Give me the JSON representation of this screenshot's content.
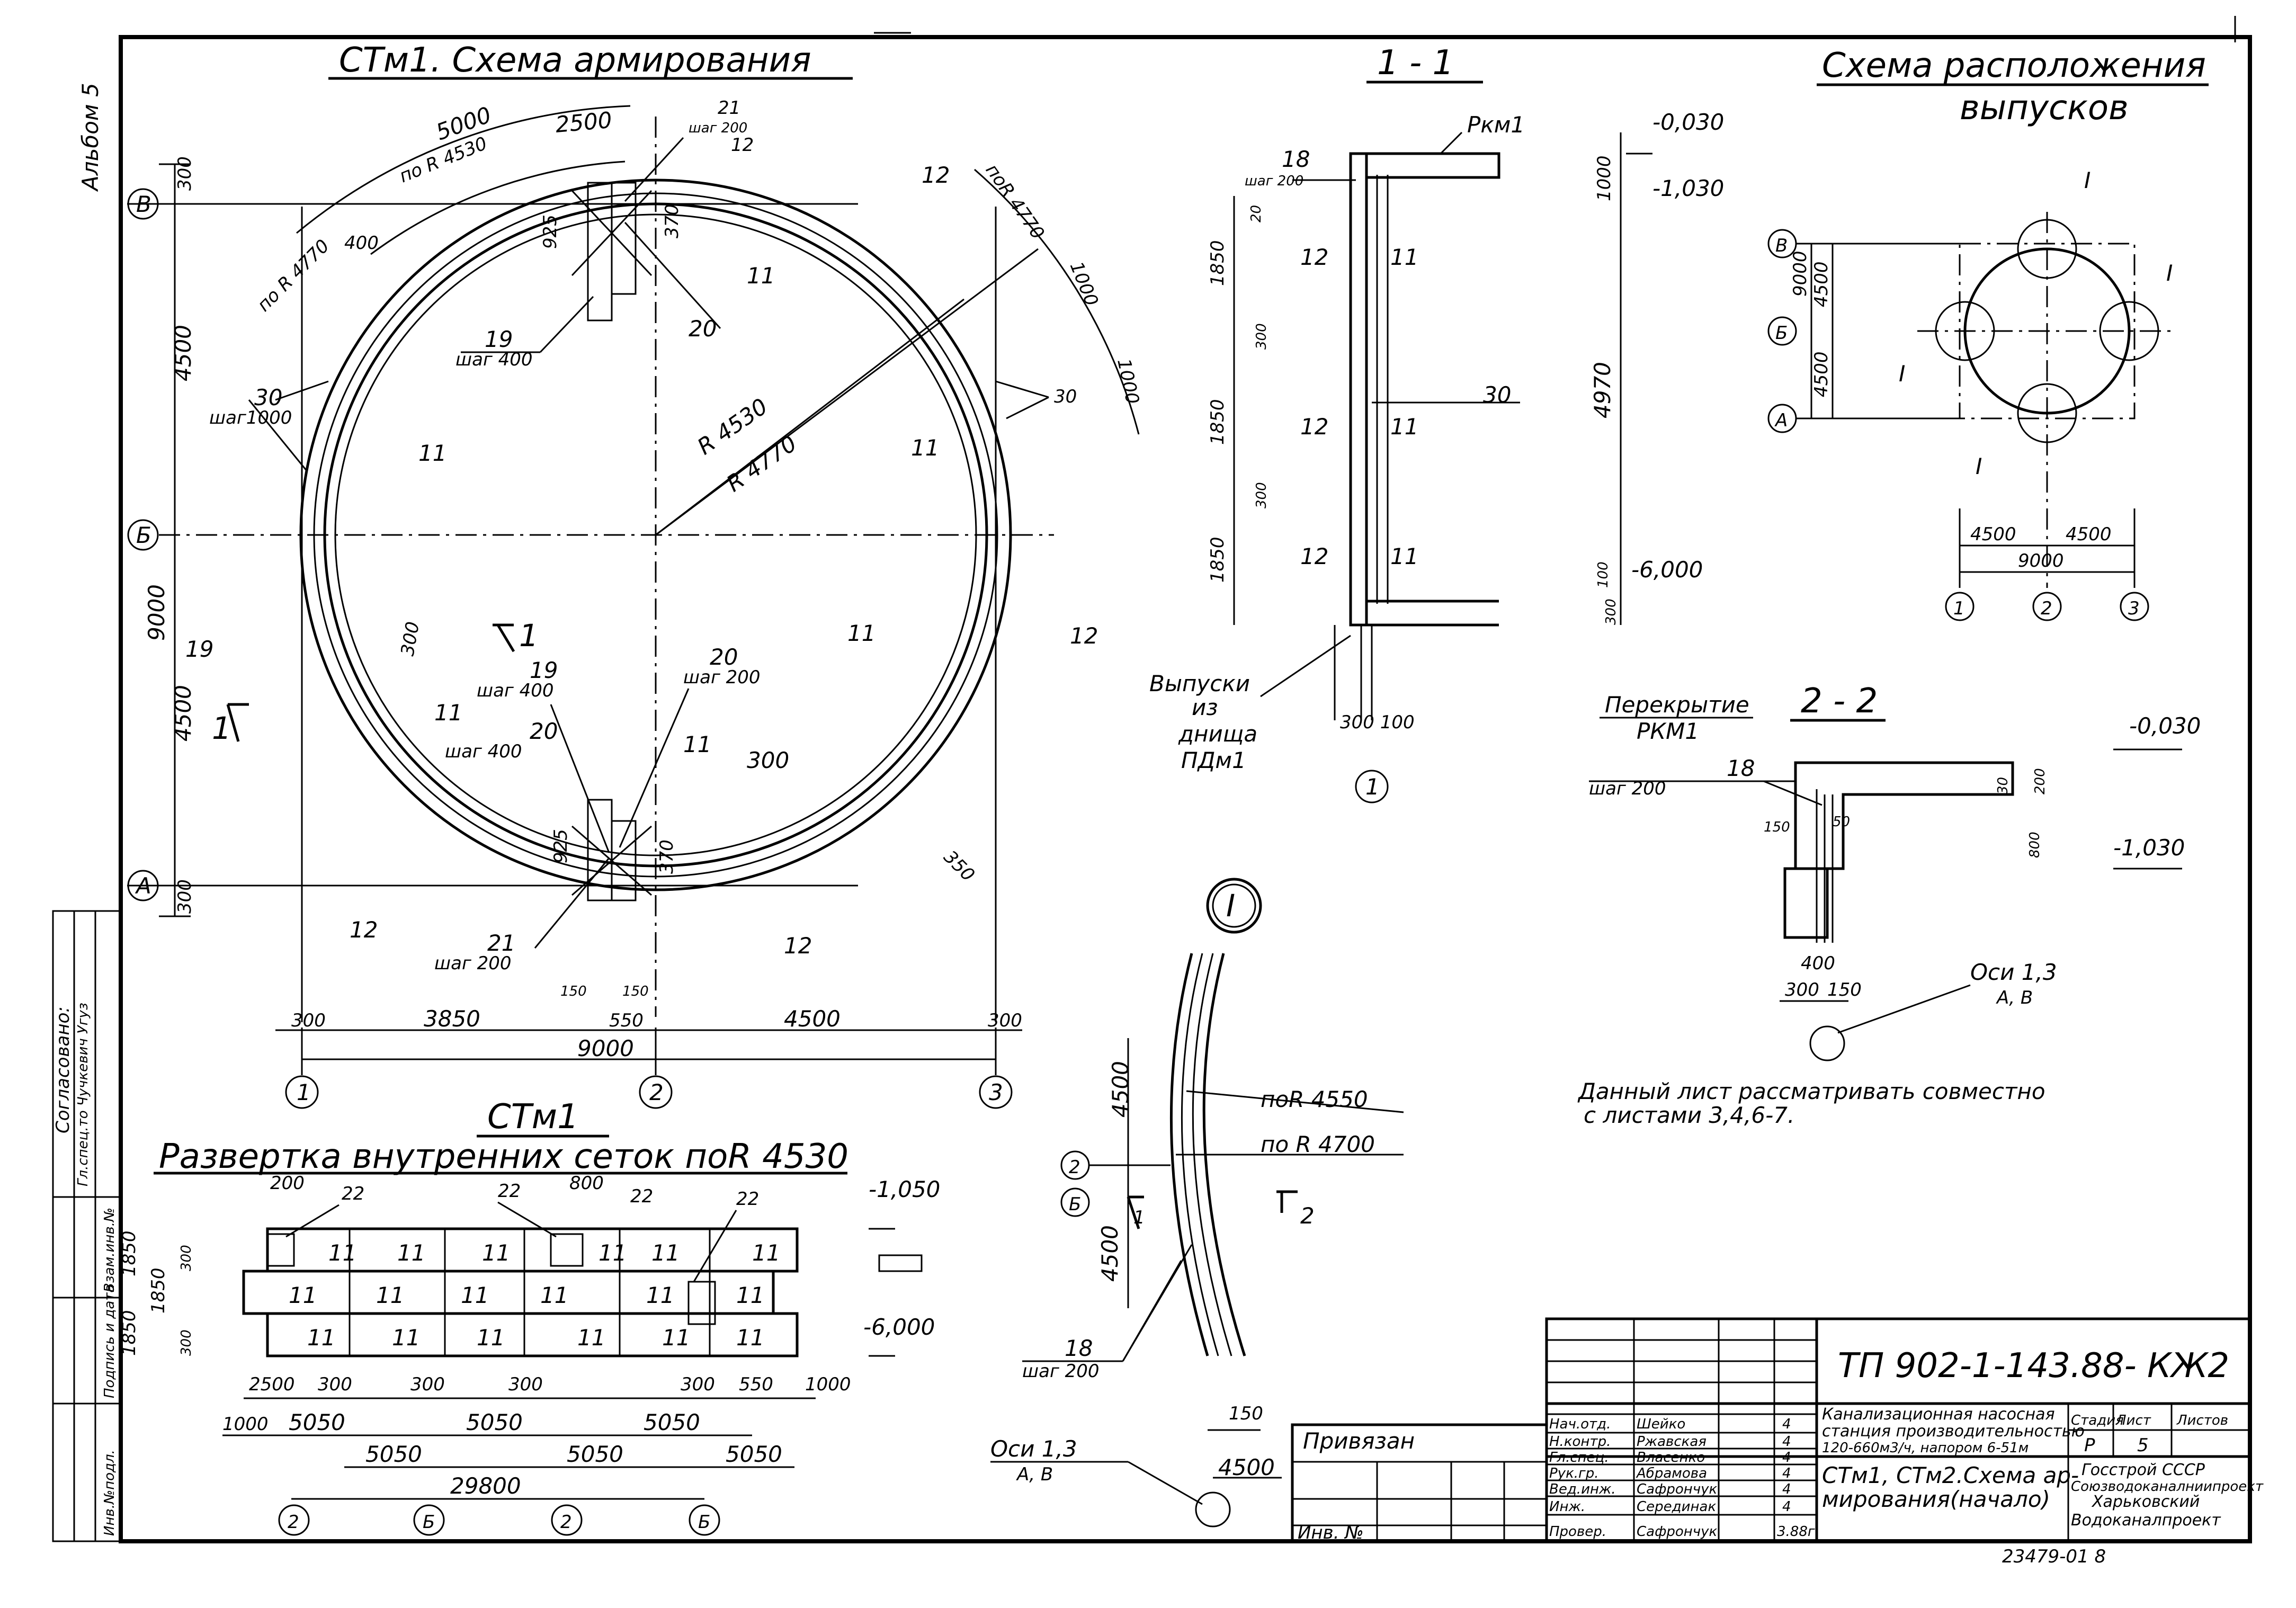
{
  "album": "Альбом 5",
  "main_plan": {
    "title": "СТм1. Схема армирования",
    "axis_rows": [
      "В",
      "Б",
      "А"
    ],
    "axis_cols": [
      "1",
      "2",
      "3"
    ],
    "arc_labels": [
      "5000",
      "2500",
      "по R 4530",
      "по R 4770",
      "поR 4770",
      "1000",
      "1000"
    ],
    "radii": [
      "R 4530",
      "R 4770"
    ],
    "dim_left": [
      "300",
      "4500",
      "9000",
      "4500",
      "300"
    ],
    "dim_bottom": [
      "300",
      "3850",
      "550",
      "4500",
      "300",
      "9000",
      "150",
      "150"
    ],
    "bar_notes": {
      "n21_top": "21",
      "n21_top_step": "шаг 200",
      "n12_top": "12",
      "n19_top": "19",
      "n19_top_step": "шаг 400",
      "n20_top": "20",
      "n30_left": "30",
      "n30_left_step": "шаг1000",
      "n30_right": "30",
      "n19_bot": "19",
      "n19_bot_step": "шаг 400",
      "n20_bot": "20",
      "n20_bot_step": "шаг 400",
      "n20_bot2": "20",
      "n20_bot2_step": "шаг 200",
      "n21_bot": "21",
      "n21_bot_step": "шаг 200",
      "n11": "11",
      "n12": "12",
      "d400": "400",
      "d925": "925",
      "d370": "370",
      "d300": "300",
      "d350": "350",
      "cut1": "1",
      "cut1b": "1"
    }
  },
  "section_1_1": {
    "title": "1 - 1",
    "label_slab": "Ркм1",
    "elev_top": "-0,030",
    "elev_mid": "-1,030",
    "elev_bot": "-6,000",
    "dim_right": [
      "1000",
      "4970",
      "100",
      "300"
    ],
    "dim_left": [
      "1850",
      "300",
      "1850",
      "300",
      "1850",
      "20"
    ],
    "bar18": "18",
    "bar18_step": "шаг 200",
    "bar_labels": [
      "12",
      "11",
      "12",
      "11",
      "12",
      "11",
      "30"
    ],
    "outlet_note": [
      "Выпуски",
      "из",
      "днища",
      "ПДм1"
    ],
    "dim_bottom": "300 100",
    "axis": "1"
  },
  "outlets_scheme": {
    "title_line1": "Схема расположения",
    "title_line2": "выпусков",
    "node_mark": "I",
    "axis_rows": [
      "В",
      "Б",
      "А"
    ],
    "axis_cols": [
      "1",
      "2",
      "3"
    ],
    "dim_left": [
      "9000",
      "4500",
      "4500"
    ],
    "dim_bottom": [
      "4500",
      "4500",
      "9000"
    ]
  },
  "section_2_2": {
    "title": "2 - 2",
    "slab_label_1": "Перекрытие",
    "slab_label_2": "РКМ1",
    "bar18": "18",
    "bar18_step": "шаг 200",
    "elev_top": "-0,030",
    "elev_bot": "-1,030",
    "dims": [
      "30",
      "200",
      "50",
      "150",
      "800",
      "400",
      "300",
      "150"
    ],
    "axis_note_1": "Оси 1,3",
    "axis_note_2": "А, В"
  },
  "node_I": {
    "mark": "I",
    "dims": [
      "4500",
      "4500"
    ],
    "radius_1": "поR 4550",
    "radius_2": "по R 4700",
    "axis_a": "2",
    "axis_b": "Б",
    "cut_a": "1",
    "cut_b": "2",
    "bar18": "18",
    "bar18_step": "шаг 200",
    "d150": "150",
    "d4500": "4500",
    "axis_note_1": "Оси 1,3",
    "axis_note_2": "А, В"
  },
  "development": {
    "title": "СТм1",
    "subtitle": "Развертка внутренних сеток поR 4530",
    "elev_top": "-1,050",
    "elev_bot": "-6,000",
    "mark22": "22",
    "mark11": "11",
    "dims_top": [
      "200",
      "800"
    ],
    "dims_left": [
      "1850",
      "1850",
      "1850",
      "300",
      "300"
    ],
    "dims_bottom_1": [
      "2500",
      "300",
      "300",
      "300",
      "300",
      "550",
      "1000"
    ],
    "dims_bottom_2": [
      "1000",
      "5050",
      "5050",
      "5050"
    ],
    "dims_bottom_3": [
      "5050",
      "5050",
      "5050"
    ],
    "total": "29800",
    "axes": [
      "2",
      "Б",
      "2",
      "Б"
    ]
  },
  "note": {
    "line1": "Данный лист рассматривать совместно",
    "line2": "с листами 3,4,6-7."
  },
  "left_stamp": {
    "agreed": "Согласовано:",
    "person": "Гл.спец.то Чучкевич Угуз",
    "fields": [
      "Инв.№подл.",
      "Подпись и дата",
      "Взам.инв.№"
    ]
  },
  "title_block": {
    "doc_code": "ТП  902-1-143.88-  КЖ2",
    "bound": "Привязан",
    "inv": "Инв. №",
    "roles": [
      "Нач.отд.",
      "Н.контр.",
      "Гл.спец.",
      "Рук.гр.",
      "Вед.инж.",
      "Инж.",
      "Провер."
    ],
    "names": [
      "Шейко",
      "Ржавская",
      "Власенко",
      "Абрамова",
      "Сафрончук",
      "Серединак",
      "Сафрончук"
    ],
    "dates": [
      "4",
      "4",
      "4",
      "4",
      "4",
      "4",
      "3.88г"
    ],
    "project_1": "Канализационная насосная",
    "project_2": "станция производительностью",
    "project_3": "120-660м3/ч, напором 6-51м",
    "sheet_1": "СТм1, СТм2.Схема ар-",
    "sheet_2": "мирования(начало)",
    "stage_h": "Стадия",
    "sheet_h": "Лист",
    "sheets_h": "Листов",
    "stage": "Р",
    "sheet": "5",
    "org_1": "Госстрой СССР",
    "org_2": "Союзводоканалниипроект",
    "org_3": "Харьковский",
    "org_4": "Водоканалпроект",
    "archive": "23479-01  8"
  }
}
